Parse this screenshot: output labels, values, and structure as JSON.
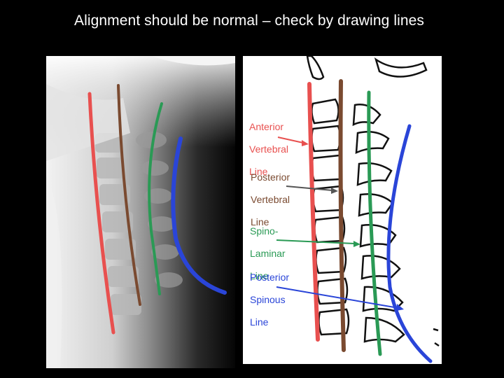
{
  "title": "Alignment should be normal – check by drawing lines",
  "colors": {
    "anterior": "#e8504f",
    "posterior_vertebral": "#7a4a30",
    "spinolaminar": "#2a9a55",
    "posterior_spinous": "#2a45d8"
  },
  "labels": [
    {
      "key": "anterior",
      "lines": [
        "Anterior",
        "Vertebral",
        "Line"
      ]
    },
    {
      "key": "posterior_vertebral",
      "lines": [
        "Posterior",
        "Vertebral",
        "Line"
      ]
    },
    {
      "key": "spinolaminar",
      "lines": [
        "Spino-",
        "Laminar",
        "Line"
      ]
    },
    {
      "key": "posterior_spinous",
      "lines": [
        "Posterior",
        "Spinous",
        "Line"
      ]
    }
  ]
}
